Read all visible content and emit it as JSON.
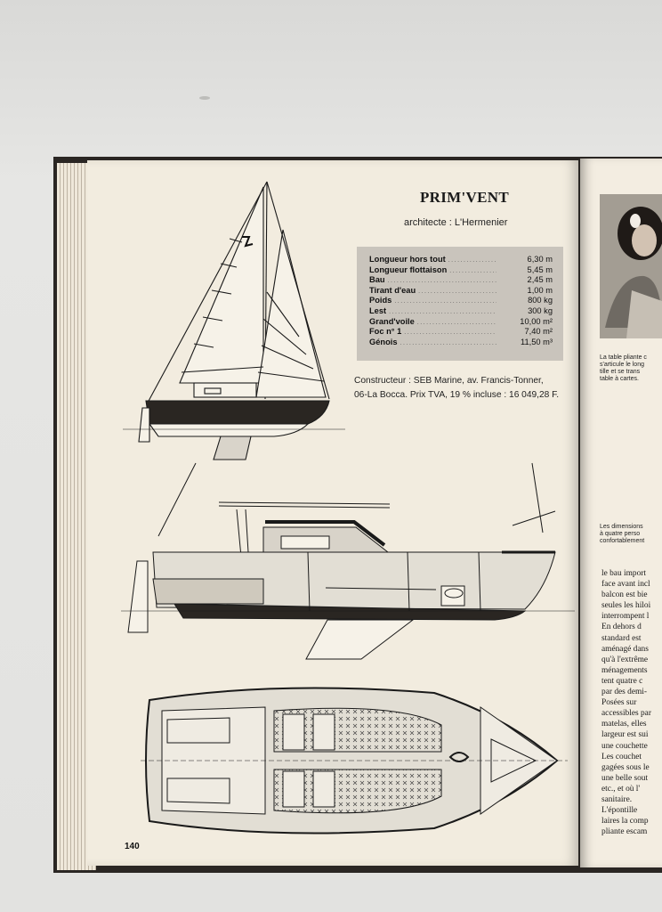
{
  "left_page": {
    "title": "PRIM'VENT",
    "architect_line": "architecte : L'Hermenier",
    "specs": [
      {
        "label": "Longueur hors tout",
        "value": "6,30",
        "unit": "m"
      },
      {
        "label": "Longueur flottaison",
        "value": "5,45",
        "unit": "m"
      },
      {
        "label": "Bau",
        "value": "2,45",
        "unit": "m"
      },
      {
        "label": "Tirant d'eau",
        "value": "1,00",
        "unit": "m"
      },
      {
        "label": "Poids",
        "value": "800",
        "unit": "kg"
      },
      {
        "label": "Lest",
        "value": "300",
        "unit": "kg"
      },
      {
        "label": "Grand'voile",
        "value": "10,00",
        "unit": "m²"
      },
      {
        "label": "Foc n° 1",
        "value": "7,40",
        "unit": "m²"
      },
      {
        "label": "Génois",
        "value": "11,50",
        "unit": "m³"
      }
    ],
    "constructor_lines": [
      "Constructeur : SEB Marine, av. Francis-Tonner,",
      "06-La Bocca. Prix TVA, 19 % incluse : 16 049,28 F."
    ],
    "page_number": "140"
  },
  "right_page": {
    "caption_top": [
      "La table pliante c",
      "s'articule le long",
      "tille et se trans",
      "table à cartes."
    ],
    "caption_middle": [
      "Les dimensions",
      "à quatre perso",
      "confortablement"
    ],
    "body_lines": [
      "le bau import",
      "face avant incl",
      "balcon est bie",
      "seules les hiloi",
      "interrompent l",
      "  En dehors d",
      "standard est",
      "aménagé dans",
      "qu'à l'extrême",
      "ménagements",
      "tent quatre c",
      "par des demi-",
      "  Posées sur",
      "accessibles par",
      "matelas, elles",
      "largeur est sui",
      "une couchette",
      "  Les couchet",
      "gagées sous le",
      "une belle sout",
      "etc., et où l'",
      "sanitaire.",
      "  L'épontille",
      "laires la comp",
      "pliante escam"
    ]
  }
}
